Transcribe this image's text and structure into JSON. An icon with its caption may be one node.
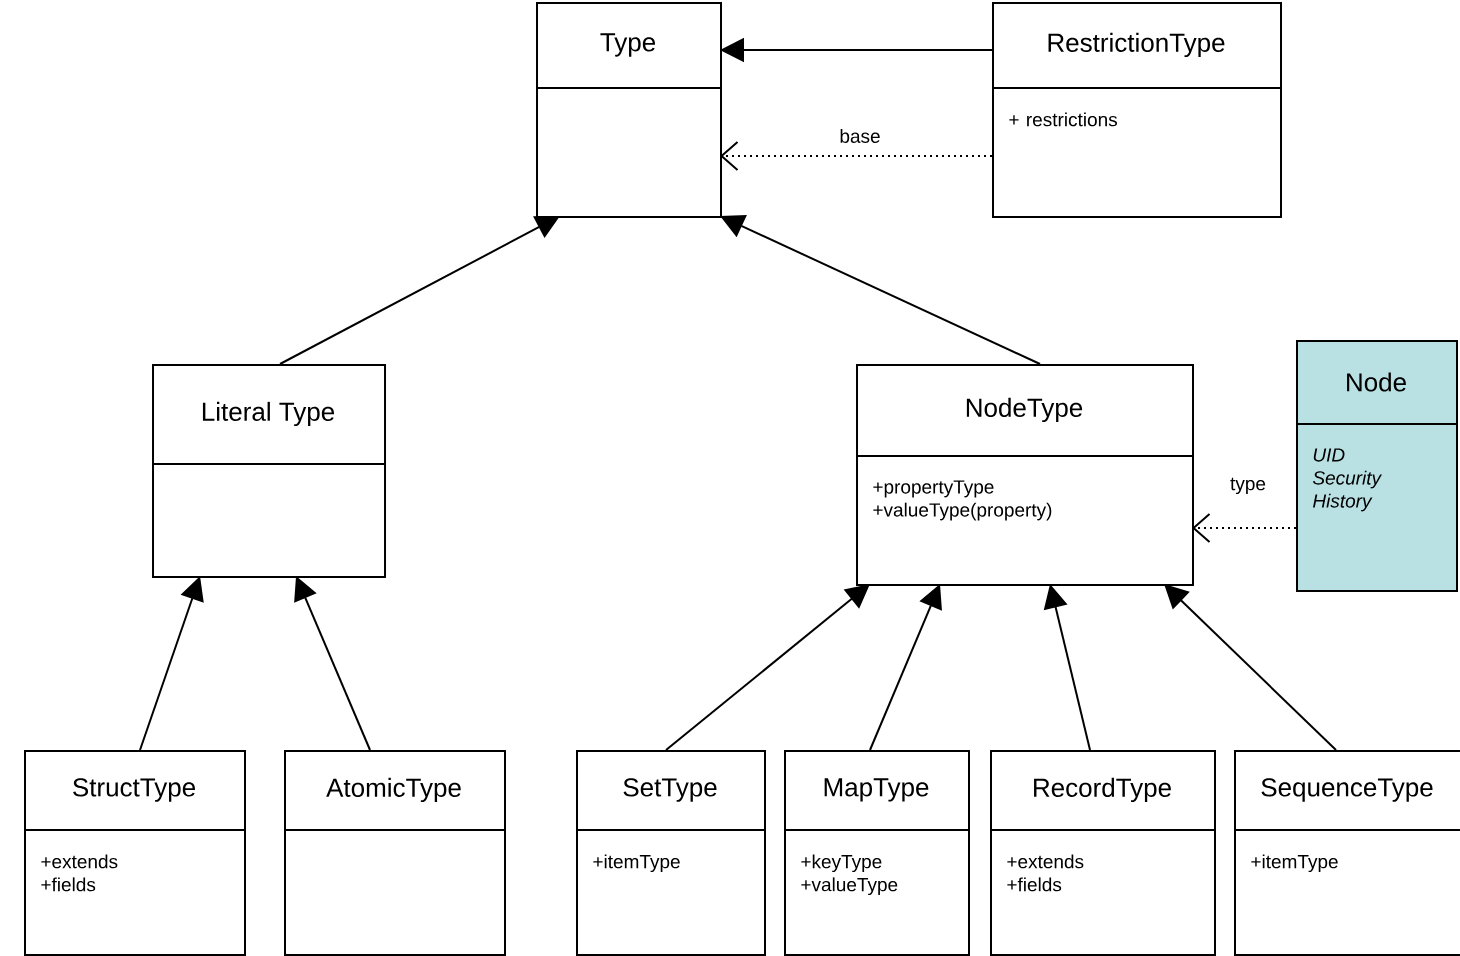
{
  "diagram": {
    "nodes": [
      {
        "text": [
          "Type"
        ]
      },
      {
        "text": [
          "RestrictionType",
          "+ restrictions"
        ]
      },
      {
        "text": [
          "Literal Type"
        ]
      },
      {
        "text": [
          "NodeType",
          "+propertyType +valueType(property)"
        ]
      },
      {
        "text": [
          "Node",
          "UID Security History"
        ]
      },
      {
        "text": [
          "StructType",
          "+extends +fields"
        ]
      },
      {
        "text": [
          "AtomicType"
        ]
      },
      {
        "text": [
          "SetType",
          "+itemType"
        ]
      },
      {
        "text": [
          "MapType",
          "+keyType +valueType"
        ]
      },
      {
        "text": [
          "RecordType",
          "+extends +fields"
        ]
      },
      {
        "text": [
          "SequenceType",
          "+itemType"
        ]
      }
    ],
    "edges": [
      {
        "from": 1,
        "to": 0,
        "arrow": "to"
      },
      {
        "from": 1,
        "to": 0,
        "arrow": "to",
        "label": "base",
        "style": "dashed"
      },
      {
        "from": 2,
        "to": 0,
        "arrow": "to"
      },
      {
        "from": 3,
        "to": 0,
        "arrow": "to"
      },
      {
        "from": 4,
        "to": 3,
        "arrow": "to",
        "label": "type",
        "style": "dashed"
      },
      {
        "from": 5,
        "to": 2,
        "arrow": "to"
      },
      {
        "from": 6,
        "to": 2,
        "arrow": "to"
      },
      {
        "from": 7,
        "to": 3,
        "arrow": "to"
      },
      {
        "from": 8,
        "to": 3,
        "arrow": "to"
      },
      {
        "from": 9,
        "to": 3,
        "arrow": "to"
      },
      {
        "from": 10,
        "to": 3,
        "arrow": "to"
      }
    ]
  }
}
